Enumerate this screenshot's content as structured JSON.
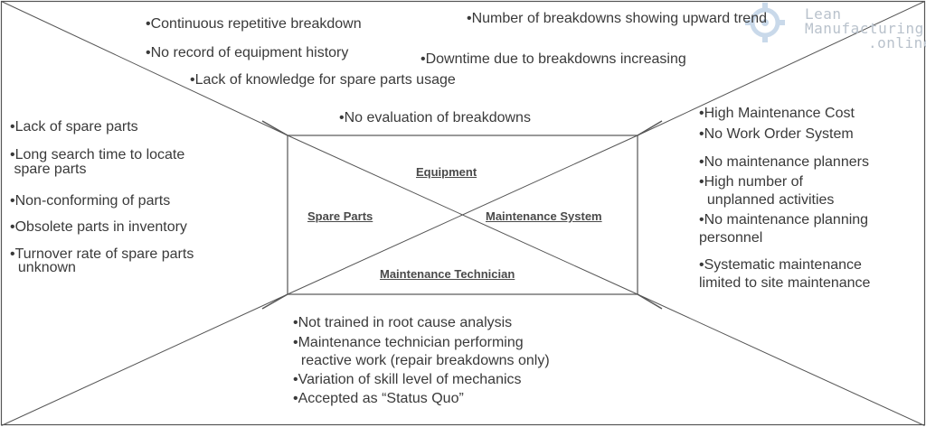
{
  "center": {
    "top": "Equipment",
    "left": "Spare Parts",
    "right": "Maintenance System",
    "bottom": "Maintenance Technician"
  },
  "top_items": [
    "•Continuous repetitive breakdown",
    "•No record of equipment history",
    "•Lack of knowledge for spare parts usage",
    "•Number of  breakdowns showing upward trend",
    "•Downtime due to breakdowns  increasing",
    "•No evaluation of breakdowns"
  ],
  "left_items": [
    "•Lack of spare parts",
    "•Long search time to locate",
    " spare parts",
    "•Non-conforming of parts",
    "•Obsolete parts in inventory",
    "•Turnover rate of spare parts",
    "  unknown"
  ],
  "right_items": [
    "•High Maintenance Cost",
    "•No Work Order System",
    "•No maintenance planners",
    "•High number of",
    "  unplanned activities",
    "•No maintenance planning",
    "personnel",
    "•Systematic maintenance",
    "limited to site maintenance"
  ],
  "bottom_items": [
    "•Not trained in root cause analysis",
    "•Maintenance technician performing",
    "  reactive work (repair breakdowns only)",
    "•Variation of skill level of mechanics",
    "•Accepted as “Status Quo”"
  ],
  "watermark": {
    "line1": "Lean",
    "line2": "Manufacturing",
    "line3": ".online"
  },
  "colors": {
    "line": "#555555",
    "watermark": "#b9c2cc"
  }
}
